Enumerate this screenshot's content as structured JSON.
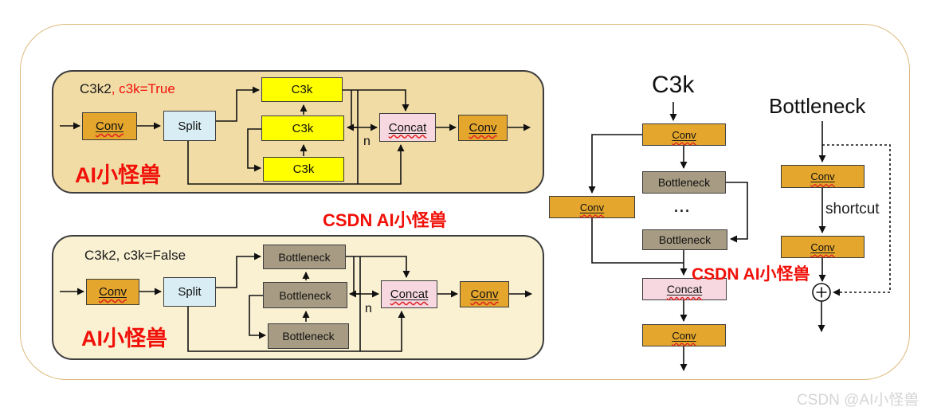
{
  "panels": {
    "true": {
      "title_main": "C3k2",
      "title_accent": ", c3k=True",
      "watermark": "AI小怪兽",
      "n": "n"
    },
    "false": {
      "title_main": "C3k2, c3k=False",
      "watermark": "AI小怪兽",
      "n": "n"
    }
  },
  "labels": {
    "conv": "Conv",
    "split": "Split",
    "c3k": "C3k",
    "concat": "Concat",
    "bottleneck": "Bottleneck",
    "dots": "...",
    "shortcut": "shortcut"
  },
  "diagrams": {
    "c3k_title": "C3k",
    "bottleneck_title": "Bottleneck"
  },
  "watermarks": {
    "center": "CSDN AI小怪兽",
    "right": "CSDN AI小怪兽",
    "bottom": "CSDN @AI小怪兽"
  },
  "colors": {
    "panel_true_bg": "#f2dca6",
    "panel_false_bg": "#faf1d3",
    "conv_gold": "#e4a62d",
    "c3k_yellow": "#ffff00",
    "split_blue": "#d9eef4",
    "concat_pink": "#f7d8e1",
    "bottleneck_gray": "#a79c83",
    "frame_border": "#dcb97c",
    "red_accent": "#f01008",
    "watermark_gray": "#d5d5d5"
  }
}
